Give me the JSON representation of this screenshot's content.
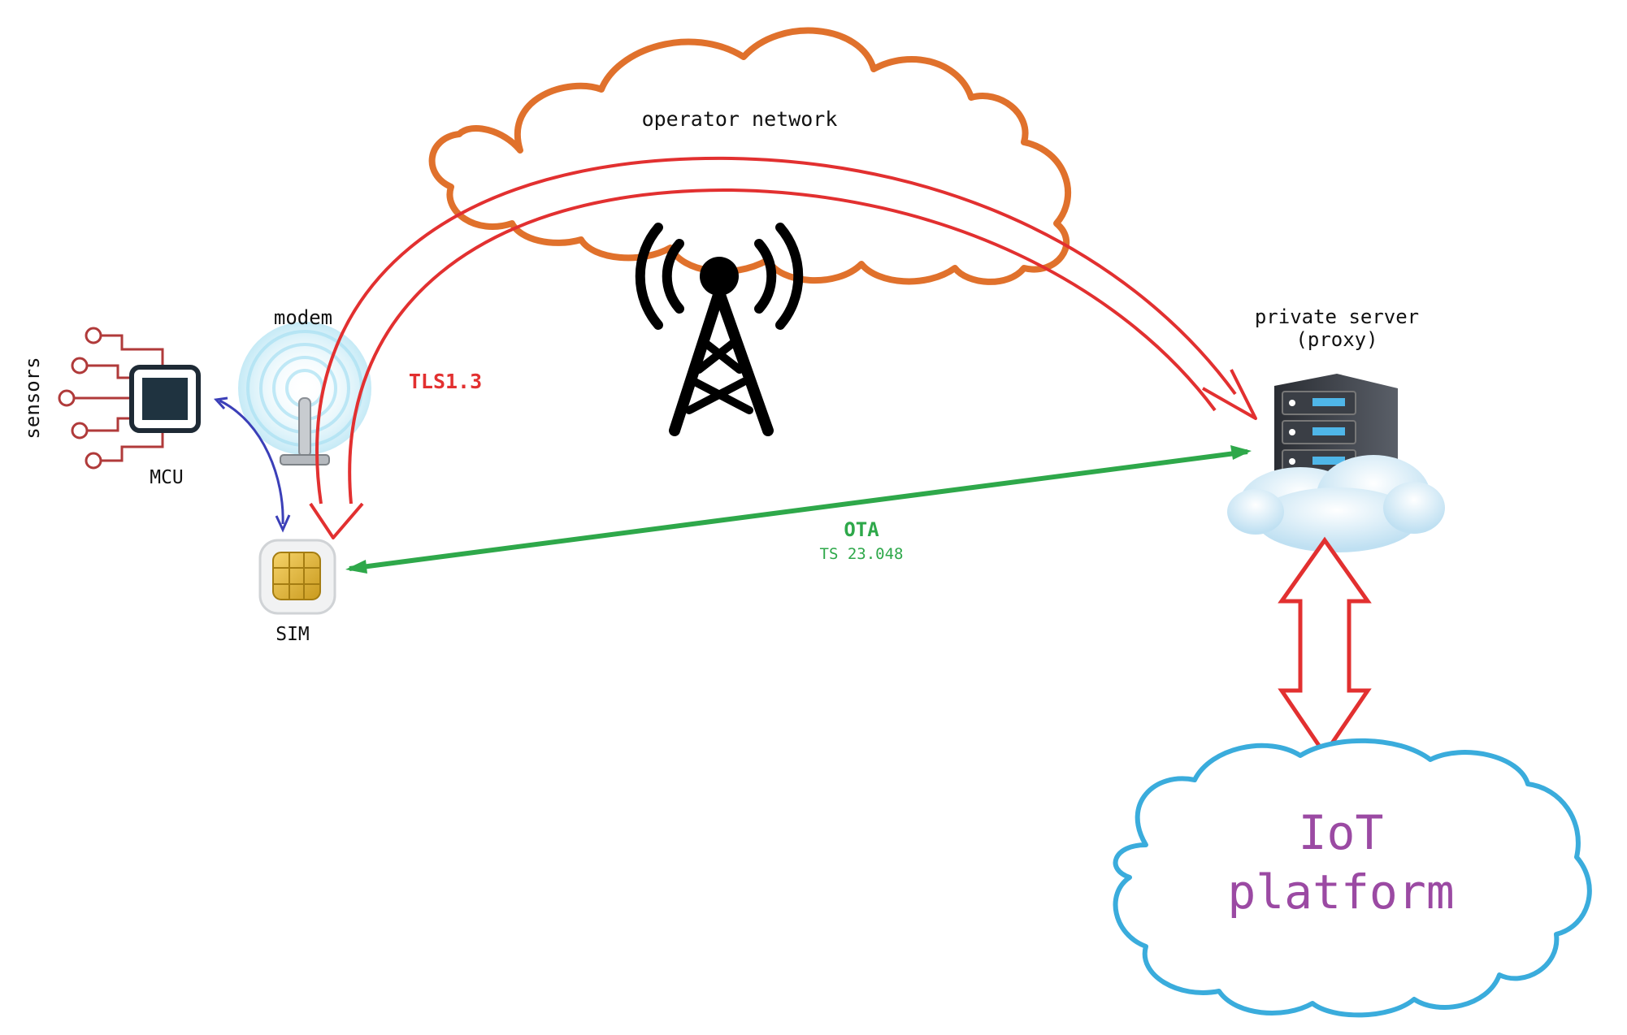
{
  "labels": {
    "sensors": "sensors",
    "mcu": "MCU",
    "modem": "modem",
    "sim": "SIM",
    "operator_network": "operator network",
    "tls": "TLS1.3",
    "private_server_line1": "private server",
    "private_server_line2": "(proxy)",
    "ota": "OTA",
    "ota_spec": "TS 23.048",
    "iot_line1": "IoT",
    "iot_line2": "platform"
  },
  "colors": {
    "operator_cloud": "#e0712c",
    "iot_cloud": "#3aacdc",
    "tls_arrow": "#e23030",
    "ota_arrow": "#2ea84a",
    "mcu_link": "#3b3fb8",
    "sensor_lines": "#b03a3a",
    "iot_text": "#9b4aa3",
    "tower": "#000000"
  },
  "icons": [
    "chip-icon",
    "antenna-icon",
    "sim-card-icon",
    "cell-tower-icon",
    "server-icon"
  ]
}
